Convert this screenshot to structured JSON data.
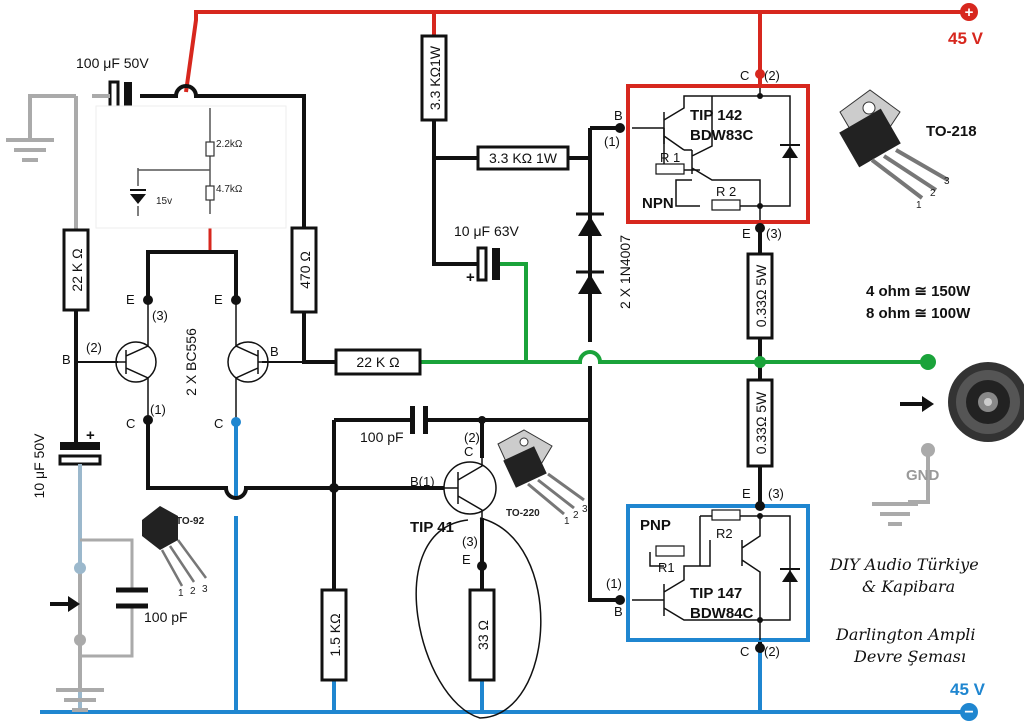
{
  "colors": {
    "positive_rail": "#d7271e",
    "negative_rail": "#1f86d0",
    "output_net": "#1aa33a",
    "wire": "#111111",
    "ground": "#b3b3b3",
    "npn_box": "#d7271e",
    "pnp_box": "#1f86d0"
  },
  "rails": {
    "positive_label": "45 V",
    "negative_label": "45 V",
    "plus_symbol": "+",
    "minus_symbol": "−"
  },
  "components": {
    "c_input": "100 μF  50V",
    "c_input_value": "100 μF",
    "c_input_volt": "50V",
    "r_zener_top": "2.2kΩ",
    "r_zener_bottom": "4.7kΩ",
    "zener": "15v",
    "r_22k_left": "22 K Ω",
    "r_470": "470  Ω",
    "r_33k_vertical": "3.3 KΩ1W",
    "r_33k_horizontal": "3.3 KΩ 1W",
    "c_10u_63": "10 μF 63V",
    "diodes": "2 X 1N4007",
    "r_022k_feedback": "22 K Ω",
    "pair_bc556": "2 X BC556",
    "c_10u_50_volt": "10 μF  50V",
    "c_100pf_miller": "100 pF",
    "c_100pf_input": "100 pF",
    "r_15k": "1.5 KΩ",
    "r_33": "33 Ω",
    "r_033_top": "0.33Ω 5W",
    "r_033_bottom": "0.33Ω 5W"
  },
  "transistors": {
    "npn_power": {
      "model": "TIP 142",
      "equiv": "BDW83C",
      "type": "NPN",
      "r1": "R 1",
      "r2": "R 2"
    },
    "pnp_power": {
      "model": "TIP 147",
      "equiv": "BDW84C",
      "type": "PNP",
      "r1": "R1",
      "r2": "R2"
    },
    "driver": "TIP 41"
  },
  "packages": {
    "to218": "TO-218",
    "to220": "TO-220",
    "to92": "TO-92",
    "pin_numbers": [
      "1",
      "2",
      "3"
    ]
  },
  "pins": {
    "b": "B",
    "c": "C",
    "e": "E",
    "p1": "(1)",
    "p2": "(2)",
    "p3": "(3)",
    "b1": "B(1)"
  },
  "output": {
    "power_4ohm": "4 ohm ≅ 150W",
    "power_8ohm": "8 ohm ≅ 100W",
    "gnd": "GND"
  },
  "credits": {
    "line1": "DIY Audio Türkiye",
    "line2": "& Kapibara",
    "line3": "Darlington Ampli",
    "line4": "Devre Şeması"
  }
}
